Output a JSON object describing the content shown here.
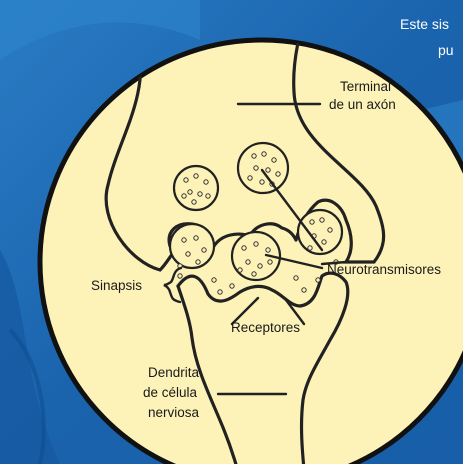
{
  "corner_text": {
    "line1": "Este sis",
    "line2": "pu"
  },
  "labels": {
    "terminal": [
      "Terminal",
      "de un axón"
    ],
    "neurotransmitters": "Neurotransmisores",
    "synapse": "Sinapsis",
    "receptors": "Receptores",
    "dendrite": [
      "Dendrita",
      "de célula",
      "nerviosa"
    ]
  },
  "colors": {
    "background_blue": "#1e6cb5",
    "circle_fill": "#fdf3b8",
    "line": "#222222"
  }
}
